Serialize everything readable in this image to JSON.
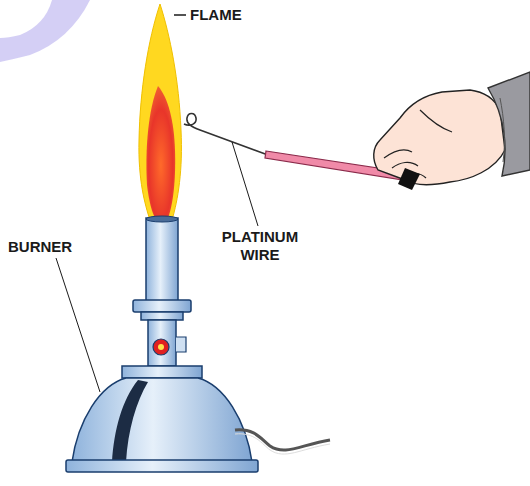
{
  "diagram": {
    "labels": [
      "FLAME",
      "PLATINUM WIRE",
      "BURNER"
    ]
  }
}
